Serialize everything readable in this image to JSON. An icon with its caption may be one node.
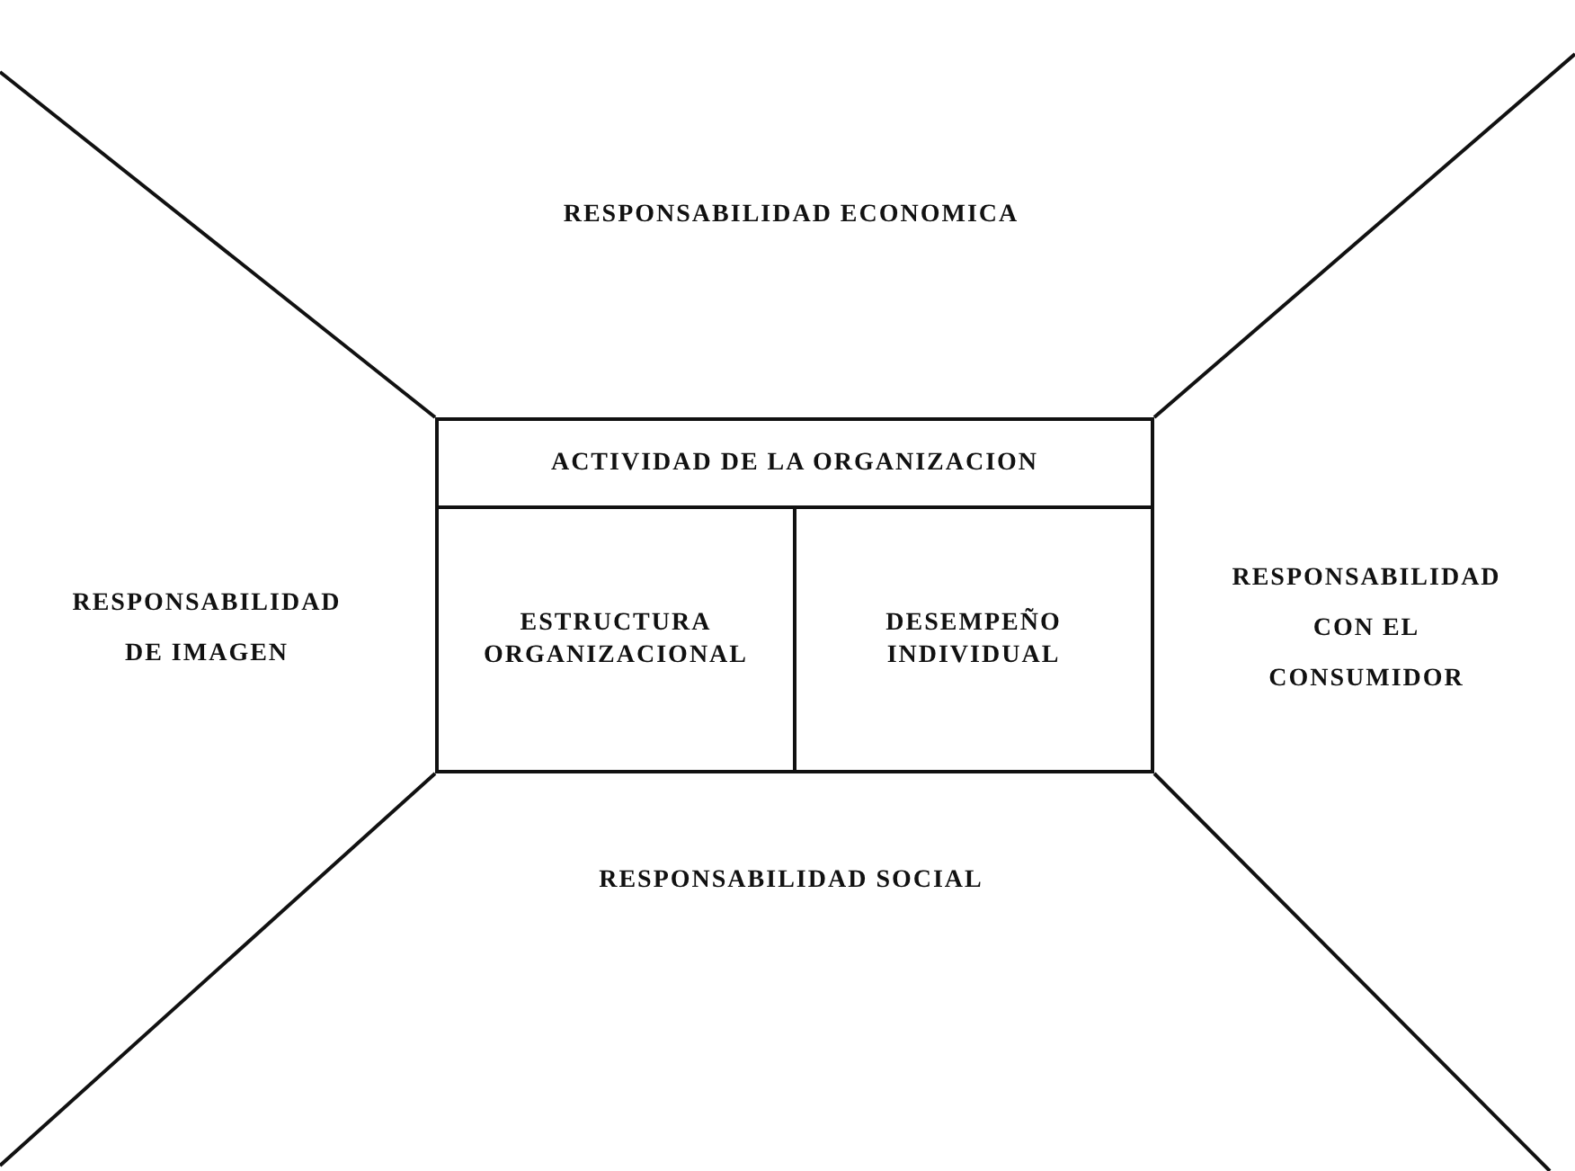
{
  "diagram": {
    "nodes": [
      {
        "text": [
          "RESPONSABILIDAD ECONOMICA"
        ]
      },
      {
        "text": [
          "ACTIVIDAD DE LA ORGANIZACION"
        ]
      },
      {
        "text": [
          "RESPONSABILIDAD DE IMAGEN"
        ]
      },
      {
        "text": [
          "ESTRUCTURA ORGANIZACIONAL"
        ]
      },
      {
        "text": [
          "DESEMPEÑO INDIVIDUAL"
        ]
      },
      {
        "text": [
          "RESPONSABILIDAD CON EL CONSUMIDOR"
        ]
      },
      {
        "text": [
          "RESPONSABILIDAD SOCIAL"
        ]
      }
    ],
    "edges": []
  }
}
